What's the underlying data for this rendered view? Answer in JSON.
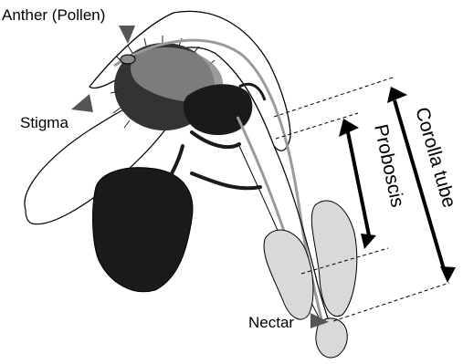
{
  "labels": {
    "anther": "Anther (Pollen)",
    "stigma": "Stigma",
    "nectar": "Nectar",
    "proboscis": "Proboscis",
    "corolla_tube": "Corolla tube"
  },
  "colors": {
    "background": "#ffffff",
    "bee_body": "#1a1a1a",
    "thorax_hair": "#333333",
    "pollen_grey": "#8a8a8a",
    "petal_fill": "#d9d9d9",
    "outline": "#000000",
    "pointer": "#555555",
    "style_line": "#9a9a9a",
    "dashed": "#000000"
  }
}
